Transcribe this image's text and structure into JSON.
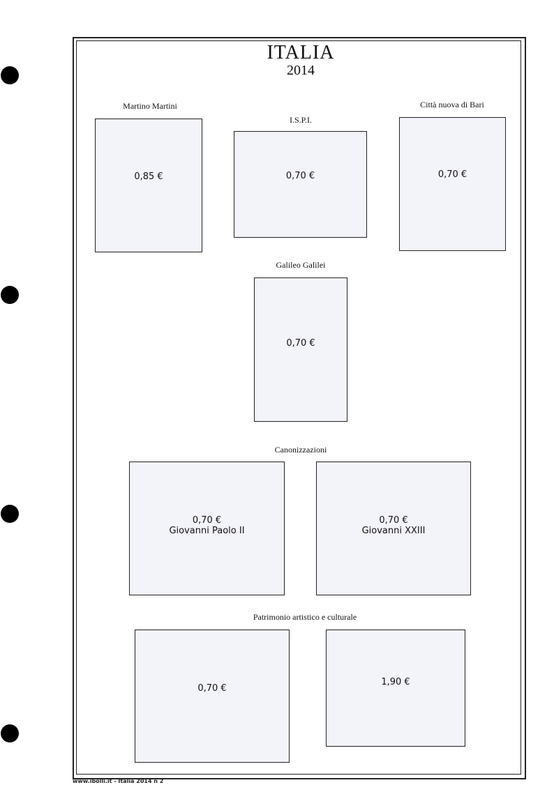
{
  "header": {
    "title": "ITALIA",
    "year": "2014"
  },
  "stamps": [
    {
      "label": "Martino Martini",
      "price": "0,85 €"
    },
    {
      "label": "I.S.P.I.",
      "price": "0,70 €"
    },
    {
      "label": "Città nuova di Bari",
      "price": "0,70 €"
    },
    {
      "label": "Galileo Galilei",
      "price": "0,70 €"
    },
    {
      "label": "Canonizzazioni",
      "price": "0,70 €",
      "name": "Giovanni Paolo II"
    },
    {
      "price": "0,70 €",
      "name": "Giovanni XXIII"
    },
    {
      "label": "Patrimonio artistico e culturale",
      "price": "0,70 €"
    },
    {
      "price": "1,90 €"
    }
  ],
  "footer": "www.ibolli.it - Italia 2014 n 2"
}
